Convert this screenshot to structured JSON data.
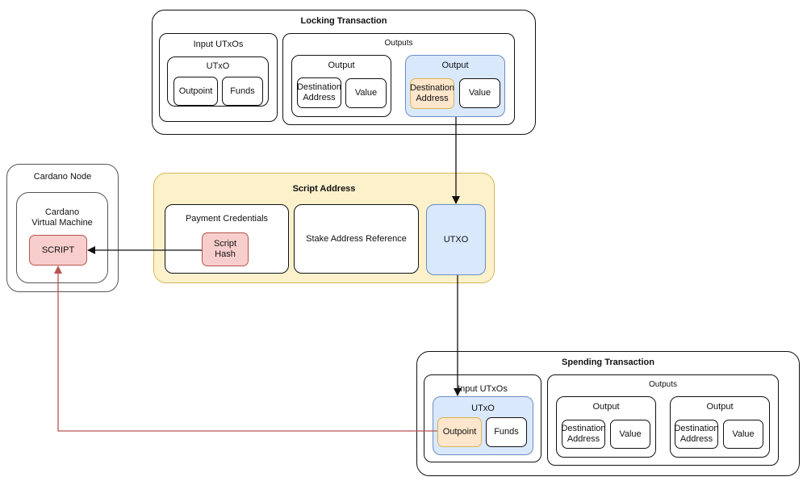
{
  "locking": {
    "title": "Locking Transaction",
    "inputs_title": "Input UTxOs",
    "utxo_title": "UTxO",
    "outpoint": "Outpoint",
    "funds": "Funds",
    "outputs_title": "Outputs",
    "output1": {
      "title": "Output",
      "dest": "Destination\nAddress",
      "value": "Value"
    },
    "output2": {
      "title": "Output",
      "dest": "Destination\nAddress",
      "value": "Value"
    }
  },
  "node": {
    "title": "Cardano Node",
    "vm_title": "Cardano\nVirtual Machine",
    "script": "SCRIPT"
  },
  "script_address": {
    "title": "Script Address",
    "payment_title": "Payment Credentials",
    "script_hash": "Script Hash",
    "stake_ref": "Stake Address Reference",
    "utxo": "UTXO"
  },
  "spending": {
    "title": "Spending Transaction",
    "inputs_title": "Input UTxOs",
    "utxo_title": "UTxO",
    "outpoint": "Outpoint",
    "funds": "Funds",
    "outputs_title": "Outputs",
    "output1": {
      "title": "Output",
      "dest": "Destination\nAddress",
      "value": "Value"
    },
    "output2": {
      "title": "Output",
      "dest": "Destination\nAddress",
      "value": "Value"
    }
  },
  "colors": {
    "yellow_fill": "#fdf1cc",
    "blue_fill": "#dae8fc",
    "pink_fill": "#f8cecc",
    "red_arrow": "#b85450"
  }
}
